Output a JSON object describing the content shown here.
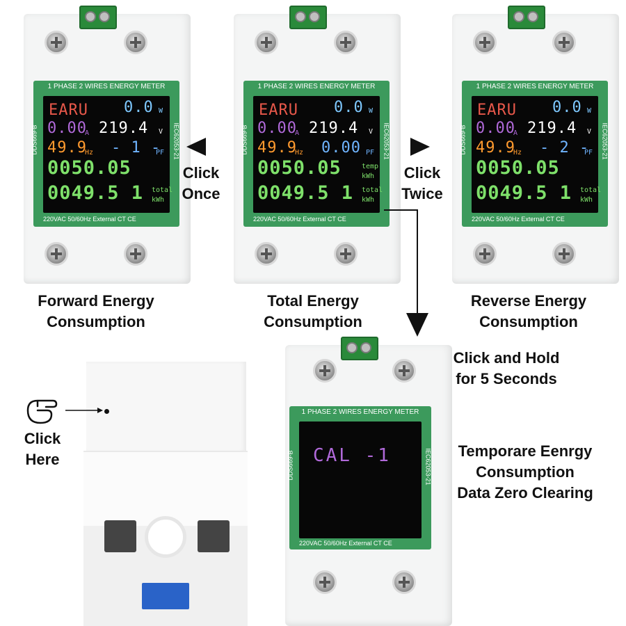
{
  "meters": [
    {
      "id": "forward",
      "title": "1 PHASE 2 WIRES ENERGY METER",
      "model": "DDS669-B",
      "standard": "IEC62053-21",
      "brand": "EARU",
      "power": "0.0",
      "power_unit": "W",
      "current": "0.00",
      "current_unit": "A",
      "voltage": "219.4",
      "voltage_unit": "V",
      "freq": "49.9",
      "freq_unit": "Hz",
      "pf": "- 1 -",
      "pf_unit": "PF",
      "energy1": "0050.05",
      "energy1_unit": "",
      "energy1_unit2": "",
      "energy2": "0049.5 1",
      "energy2_unit": "total",
      "energy2_unit2": "kWh",
      "footer": "220VAC  50/60Hz  External CT  CE"
    },
    {
      "id": "total",
      "title": "1 PHASE 2 WIRES ENERGY METER",
      "model": "DDS669-B",
      "standard": "IEC62053-21",
      "brand": "EARU",
      "power": "0.0",
      "power_unit": "W",
      "current": "0.00",
      "current_unit": "A",
      "voltage": "219.4",
      "voltage_unit": "V",
      "freq": "49.9",
      "freq_unit": "Hz",
      "pf": "0.00",
      "pf_unit": "PF",
      "energy1": "0050.05",
      "energy1_unit": "temp",
      "energy1_unit2": "kWh",
      "energy2": "0049.5 1",
      "energy2_unit": "total",
      "energy2_unit2": "kWh",
      "footer": "220VAC  50/60Hz  External CT  CE"
    },
    {
      "id": "reverse",
      "title": "1 PHASE 2 WIRES ENERGY METER",
      "model": "DDS669-B",
      "standard": "IEC62053-21",
      "brand": "EARU",
      "power": "0.0",
      "power_unit": "W",
      "current": "0.00",
      "current_unit": "A",
      "voltage": "219.4",
      "voltage_unit": "V",
      "freq": "49.9",
      "freq_unit": "Hz",
      "pf": "- 2 -",
      "pf_unit": "PF",
      "energy1": "0050.05",
      "energy1_unit": "",
      "energy1_unit2": "",
      "energy2": "0049.5 1",
      "energy2_unit": "total",
      "energy2_unit2": "kWh",
      "footer": "220VAC  50/60Hz  External CT  CE"
    }
  ],
  "calibration": {
    "title": "1 PHASE 2 WIRES ENERGY METER",
    "model": "DDS669-B",
    "standard": "IEC62053-21",
    "display": "CAL  -1",
    "footer": "220VAC  50/60Hz  External CT  CE"
  },
  "labels": {
    "click_once": "Click\nOnce",
    "click_twice": "Click\nTwice",
    "forward": "Forward Energy\nConsumption",
    "total": "Total Energy\nConsumption",
    "reverse": "Reverse Energy\nConsumption",
    "click_hold": "Click and Hold\nfor 5 Seconds",
    "zero_clear": "Temporare Eenrgy\nConsumption\nData Zero Clearing",
    "click_here": "Click\nHere"
  },
  "colors": {
    "panel": "#3c9a5c",
    "brand": "#e8584a",
    "power": "#7ec8ff",
    "current": "#b069d9",
    "voltage": "#ffffff",
    "freq": "#ff9a2e",
    "pf": "#6fb4ff",
    "energy": "#7ee06a",
    "cal": "#b069d9"
  }
}
